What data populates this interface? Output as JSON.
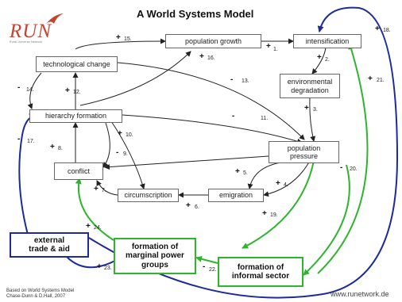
{
  "title": "A World Systems Model",
  "logo": {
    "text": "RUN",
    "subtitle": "Rural Universe Network"
  },
  "credit": {
    "line1": "Based on World Systems Model",
    "line2": "Chase-Dunn & D.Hall, 2007"
  },
  "website": "www.runetwork.de",
  "nodes": {
    "population_growth": "population growth",
    "intensification": "intensification",
    "technological_change": "technological change",
    "environmental_degradation": "environmental degradation",
    "hierarchy_formation": "hierarchy formation",
    "population_pressure": "population pressure",
    "conflict": "conflict",
    "circumscription": "circumscription",
    "emigration": "emigration",
    "external_trade": "external trade & aid",
    "marginal_power": "formation of marginal power groups",
    "informal_sector": "formation of informal sector"
  },
  "links": [
    {
      "sign": "+",
      "label": "1."
    },
    {
      "sign": "+",
      "label": "2."
    },
    {
      "sign": "+",
      "label": "3."
    },
    {
      "sign": "+",
      "label": "4."
    },
    {
      "sign": "+",
      "label": "5."
    },
    {
      "sign": "+",
      "label": "6."
    },
    {
      "sign": "+",
      "label": "7."
    },
    {
      "sign": "+",
      "label": "8."
    },
    {
      "sign": "-",
      "label": "9."
    },
    {
      "sign": "+",
      "label": "10."
    },
    {
      "sign": "-",
      "label": "11."
    },
    {
      "sign": "+",
      "label": "12."
    },
    {
      "sign": "-",
      "label": "13."
    },
    {
      "sign": "-",
      "label": "14."
    },
    {
      "sign": "+",
      "label": "15."
    },
    {
      "sign": "+",
      "label": "16."
    },
    {
      "sign": "-",
      "label": "17."
    },
    {
      "sign": "+",
      "label": "18."
    },
    {
      "sign": "+",
      "label": "19."
    },
    {
      "sign": "-",
      "label": "20."
    },
    {
      "sign": "+",
      "label": "21."
    },
    {
      "sign": "-",
      "label": "22."
    },
    {
      "sign": "+",
      "label": "23."
    },
    {
      "sign": "+",
      "label": "24."
    }
  ],
  "colors": {
    "arrow": "#222222",
    "green": "#2db52d",
    "blue": "#1d2a9c",
    "logo": "#c7432f"
  }
}
